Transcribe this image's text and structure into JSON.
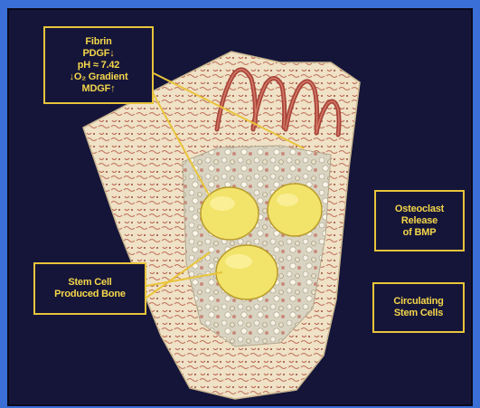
{
  "diagram": {
    "factors_box": {
      "lines": [
        "Fibrin",
        "PDGF↓",
        "pH ≈ 7.42",
        "↓O₂ Gradient",
        "MDGF↑"
      ]
    },
    "stem_cell_box": {
      "lines": [
        "Stem Cell",
        "Produced Bone"
      ]
    },
    "osteoclast_box": {
      "lines": [
        "Osteoclast",
        "Release",
        "of BMP"
      ]
    },
    "circulating_box": {
      "lines": [
        "Circulating",
        "Stem Cells"
      ]
    }
  },
  "colors": {
    "background_blue": "#3a6fd8",
    "panel_navy": "#15153a",
    "label_yellow": "#f4d64a",
    "tissue_cream": "#efe2c6",
    "vessel_red": "#a8443a",
    "graft_yellow": "#f2e36a"
  }
}
